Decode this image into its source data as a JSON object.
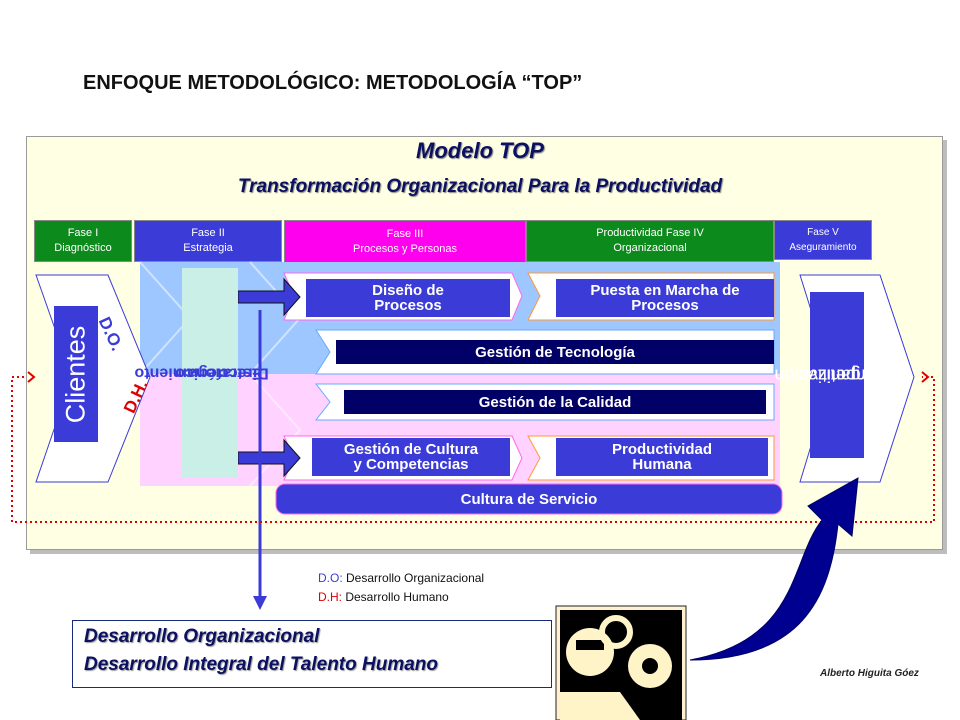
{
  "title": "ENFOQUE METODOLÓGICO: METODOLOGÍA “TOP”",
  "model": {
    "title": "Modelo TOP",
    "subtitle": "Transformación Organizacional Para la Productividad"
  },
  "phases": [
    {
      "line1": "Fase I",
      "line2": "Diagnóstico",
      "color": "#0c8a1c"
    },
    {
      "line1": "Fase II",
      "line2": "Estrategia",
      "color": "#3b3bd8"
    },
    {
      "line1": "Fase III",
      "line2": "Procesos y Personas",
      "color": "#ff00ee"
    },
    {
      "line1": "Productividad Fase IV",
      "line2": "Organizacional",
      "color": "#0c8a1c"
    },
    {
      "line1": "Fase V",
      "line2": "Aseguramiento",
      "color": "#3b3bd8"
    }
  ],
  "left_label": "Clientes",
  "right_label_line1": "Organización",
  "right_label_line2": "Competitiva",
  "do_short": "D.O.",
  "dh_short": "D.H.",
  "direccionamiento_line1": "Direccionamiento",
  "direccionamiento_line2": "Estratégico",
  "processes": {
    "diseno": "Diseño de\nProcesos",
    "puesta": "Puesta en Marcha de\nProcesos",
    "tecnologia": "Gestión de Tecnología",
    "calidad": "Gestión de la Calidad",
    "cultura_comp": "Gestión de Cultura\ny Competencias",
    "productividad": "Productividad\nHumana",
    "servicio": "Cultura de Servicio"
  },
  "legend": {
    "do_key": "D.O:",
    "do_text": "Desarrollo Organizacional",
    "dh_key": "D.H:",
    "dh_text": "Desarrollo Humano"
  },
  "development": {
    "line1": "Desarrollo Organizacional",
    "line2": "Desarrollo Integral del Talento Humano"
  },
  "author": "Alberto Higuita Góez",
  "colors": {
    "navy": "#0b1060",
    "royal_blue": "#3b3bd8",
    "green": "#0c8a1c",
    "magenta": "#ff00ee",
    "red_dotted": "#e00000"
  }
}
